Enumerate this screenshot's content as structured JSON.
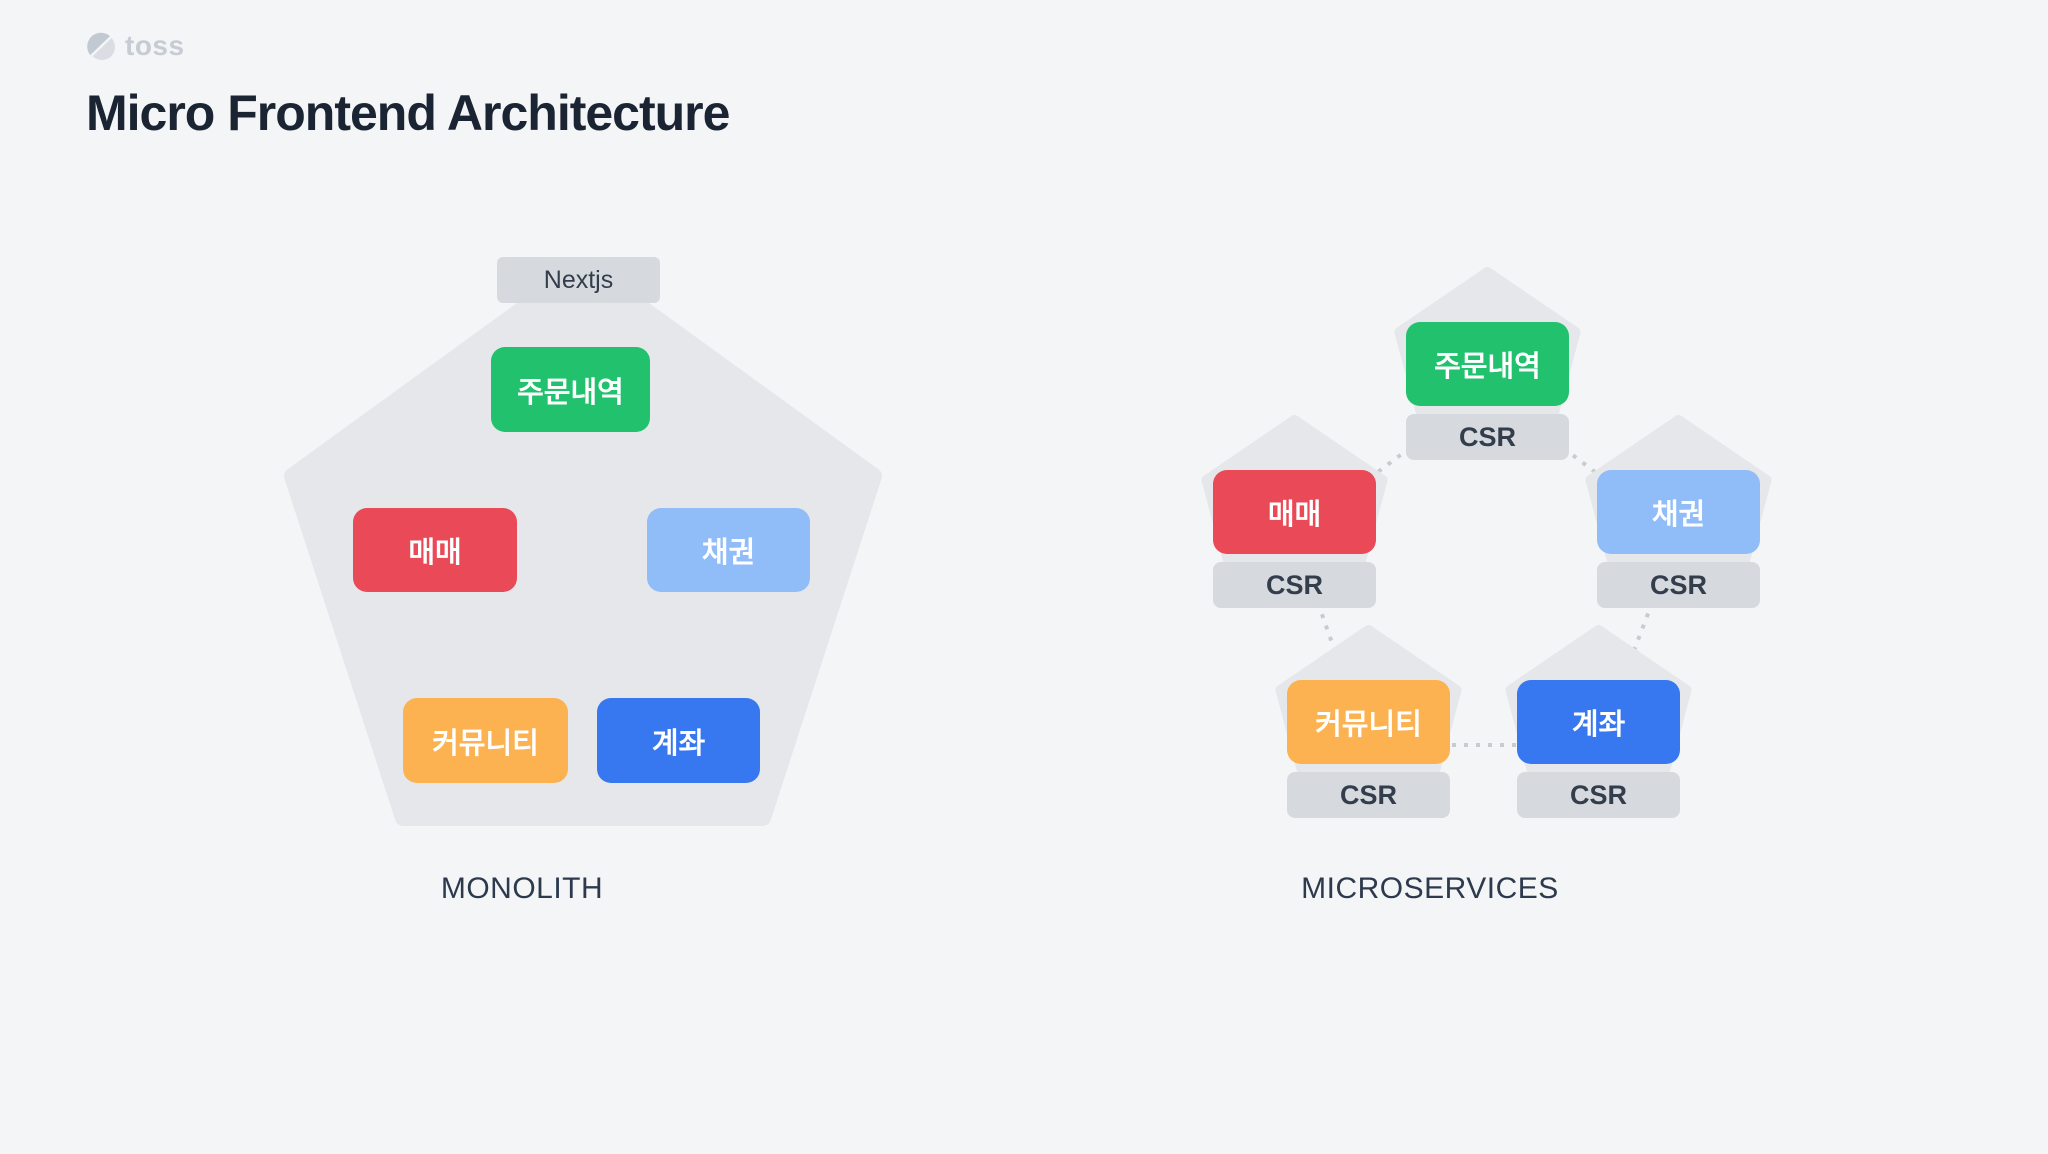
{
  "header": {
    "logo_text": "toss",
    "title": "Micro Frontend Architecture"
  },
  "colors": {
    "background": "#f4f5f6",
    "shape_gray": "#e5e7ea",
    "box_gray": "#d6dade",
    "dotted_line": "#c7ccd3",
    "text_dark": "#333d4b",
    "title_dark": "#1b2433",
    "green": "#22c16e",
    "red": "#ea4a57",
    "light_blue": "#90bcf7",
    "orange": "#fcb250",
    "blue": "#3778f0"
  },
  "monolith": {
    "label": "MONOLITH",
    "runtime_box": "Nextjs",
    "modules": [
      {
        "id": "orders",
        "text": "주문내역",
        "color": "#22c16e"
      },
      {
        "id": "trading",
        "text": "매매",
        "color": "#ea4a57"
      },
      {
        "id": "bonds",
        "text": "채권",
        "color": "#90bcf7"
      },
      {
        "id": "community",
        "text": "커뮤니티",
        "color": "#fcb250"
      },
      {
        "id": "account",
        "text": "계좌",
        "color": "#3778f0"
      }
    ]
  },
  "microservices": {
    "label": "MICROSERVICES",
    "csr_label": "CSR",
    "services": [
      {
        "id": "orders",
        "text": "주문내역",
        "color": "#22c16e",
        "renderer": "CSR"
      },
      {
        "id": "trading",
        "text": "매매",
        "color": "#ea4a57",
        "renderer": "CSR"
      },
      {
        "id": "bonds",
        "text": "채권",
        "color": "#90bcf7",
        "renderer": "CSR"
      },
      {
        "id": "community",
        "text": "커뮤니티",
        "color": "#fcb250",
        "renderer": "CSR"
      },
      {
        "id": "account",
        "text": "계좌",
        "color": "#3778f0",
        "renderer": "CSR"
      }
    ]
  }
}
